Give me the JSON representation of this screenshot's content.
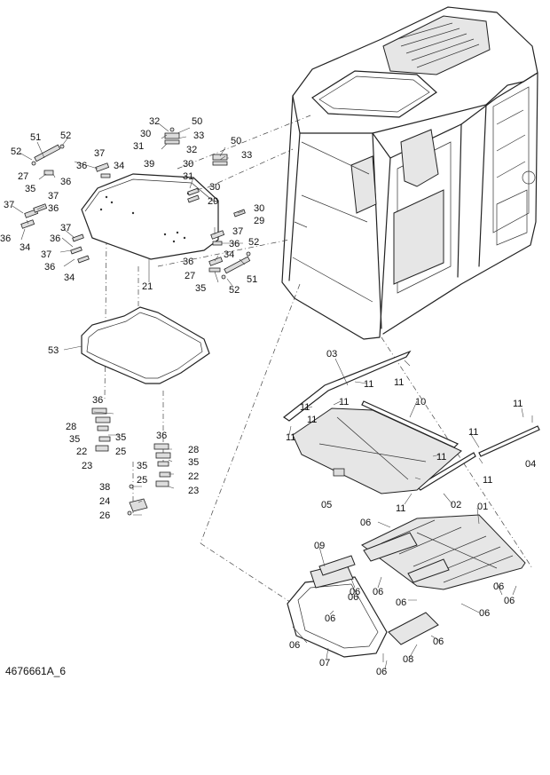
{
  "diagram_id": "4676661A_6",
  "callouts": [
    {
      "id": "c1",
      "text": "32"
    },
    {
      "id": "c2",
      "text": "50"
    },
    {
      "id": "c3",
      "text": "30"
    },
    {
      "id": "c4",
      "text": "33"
    },
    {
      "id": "c5",
      "text": "31"
    },
    {
      "id": "c6",
      "text": "51"
    },
    {
      "id": "c7",
      "text": "52"
    },
    {
      "id": "c8",
      "text": "52"
    },
    {
      "id": "c9",
      "text": "27"
    },
    {
      "id": "c10",
      "text": "37"
    },
    {
      "id": "c11",
      "text": "36"
    },
    {
      "id": "c12",
      "text": "34"
    },
    {
      "id": "c13",
      "text": "39"
    },
    {
      "id": "c14",
      "text": "35"
    },
    {
      "id": "c15",
      "text": "36"
    },
    {
      "id": "c16",
      "text": "37"
    },
    {
      "id": "c17",
      "text": "36"
    },
    {
      "id": "c18",
      "text": "37"
    },
    {
      "id": "c19",
      "text": "36"
    },
    {
      "id": "c20",
      "text": "34"
    },
    {
      "id": "c21",
      "text": "37"
    },
    {
      "id": "c22",
      "text": "36"
    },
    {
      "id": "c23",
      "text": "37"
    },
    {
      "id": "c24",
      "text": "36"
    },
    {
      "id": "c25",
      "text": "34"
    },
    {
      "id": "c26",
      "text": "32"
    },
    {
      "id": "c27",
      "text": "50"
    },
    {
      "id": "c28",
      "text": "30"
    },
    {
      "id": "c29",
      "text": "33"
    },
    {
      "id": "c30",
      "text": "31"
    },
    {
      "id": "c31",
      "text": "30"
    },
    {
      "id": "c32",
      "text": "29"
    },
    {
      "id": "c33",
      "text": "30"
    },
    {
      "id": "c34",
      "text": "29"
    },
    {
      "id": "c35",
      "text": "37"
    },
    {
      "id": "c36",
      "text": "36"
    },
    {
      "id": "c37",
      "text": "34"
    },
    {
      "id": "c38",
      "text": "52"
    },
    {
      "id": "c39",
      "text": "36"
    },
    {
      "id": "c40",
      "text": "27"
    },
    {
      "id": "c41",
      "text": "51"
    },
    {
      "id": "c42",
      "text": "35"
    },
    {
      "id": "c43",
      "text": "52"
    },
    {
      "id": "c44",
      "text": "21"
    },
    {
      "id": "c45",
      "text": "53"
    },
    {
      "id": "c46",
      "text": "36"
    },
    {
      "id": "c47",
      "text": "28"
    },
    {
      "id": "c48",
      "text": "35"
    },
    {
      "id": "c49",
      "text": "35"
    },
    {
      "id": "c50",
      "text": "22"
    },
    {
      "id": "c51",
      "text": "25"
    },
    {
      "id": "c52",
      "text": "23"
    },
    {
      "id": "c53",
      "text": "36"
    },
    {
      "id": "c54",
      "text": "28"
    },
    {
      "id": "c55",
      "text": "35"
    },
    {
      "id": "c56",
      "text": "35"
    },
    {
      "id": "c57",
      "text": "22"
    },
    {
      "id": "c58",
      "text": "25"
    },
    {
      "id": "c59",
      "text": "23"
    },
    {
      "id": "c60",
      "text": "38"
    },
    {
      "id": "c61",
      "text": "24"
    },
    {
      "id": "c62",
      "text": "26"
    },
    {
      "id": "c63",
      "text": "03"
    },
    {
      "id": "c64",
      "text": "11"
    },
    {
      "id": "c65",
      "text": "11"
    },
    {
      "id": "c66",
      "text": "10"
    },
    {
      "id": "c67",
      "text": "11"
    },
    {
      "id": "c68",
      "text": "11"
    },
    {
      "id": "c69",
      "text": "11"
    },
    {
      "id": "c70",
      "text": "11"
    },
    {
      "id": "c71",
      "text": "11"
    },
    {
      "id": "c72",
      "text": "04"
    },
    {
      "id": "c73",
      "text": "11"
    },
    {
      "id": "c74",
      "text": "11"
    },
    {
      "id": "c75",
      "text": "11"
    },
    {
      "id": "c76",
      "text": "05"
    },
    {
      "id": "c77",
      "text": "02"
    },
    {
      "id": "c78",
      "text": "11"
    },
    {
      "id": "c79",
      "text": "06"
    },
    {
      "id": "c80",
      "text": "01"
    },
    {
      "id": "c81",
      "text": "09"
    },
    {
      "id": "c82",
      "text": "06"
    },
    {
      "id": "c83",
      "text": "06"
    },
    {
      "id": "c84",
      "text": "06"
    },
    {
      "id": "c85",
      "text": "06"
    },
    {
      "id": "c86",
      "text": "06"
    },
    {
      "id": "c87",
      "text": "06"
    },
    {
      "id": "c88",
      "text": "06"
    },
    {
      "id": "c89",
      "text": "06"
    },
    {
      "id": "c90",
      "text": "07"
    },
    {
      "id": "c91",
      "text": "08"
    },
    {
      "id": "c92",
      "text": "06"
    },
    {
      "id": "c93",
      "text": "06"
    },
    {
      "id": "c94",
      "text": "06"
    }
  ]
}
